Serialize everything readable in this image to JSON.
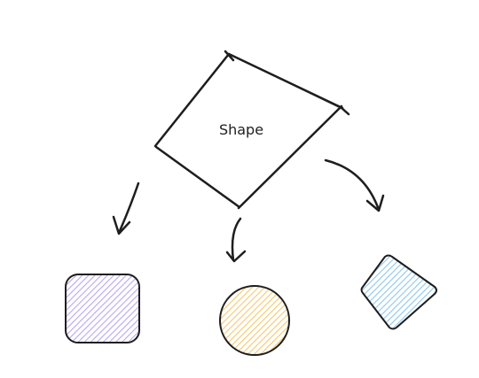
{
  "diagram": {
    "root": {
      "label": "Shape"
    },
    "children": [
      {
        "kind": "rounded-square",
        "fill": "#b9a7f2",
        "stroke": "#1e1e1e"
      },
      {
        "kind": "circle",
        "fill": "#f7c86b",
        "stroke": "#1e1e1e"
      },
      {
        "kind": "diamond",
        "fill": "#8fc7ee",
        "stroke": "#1e1e1e"
      }
    ],
    "colors": {
      "background": "#ffffff",
      "stroke": "#1e1e1e"
    }
  }
}
